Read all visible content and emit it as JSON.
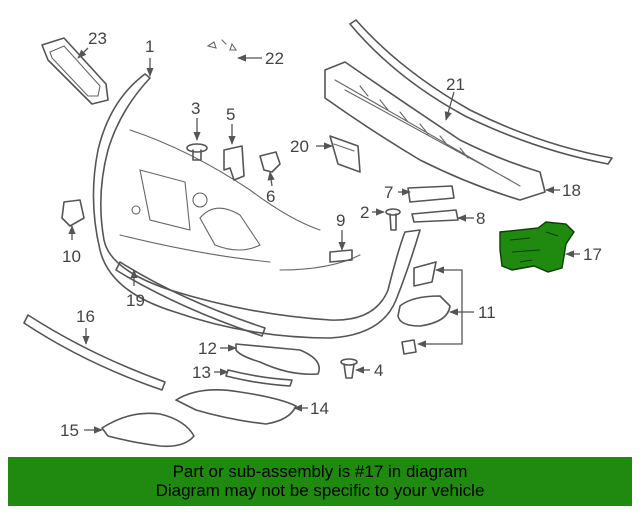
{
  "callouts": {
    "c1": "1",
    "c2": "2",
    "c3": "3",
    "c4": "4",
    "c5": "5",
    "c6": "6",
    "c7": "7",
    "c8": "8",
    "c9": "9",
    "c10": "10",
    "c11": "11",
    "c12": "12",
    "c13": "13",
    "c14": "14",
    "c15": "15",
    "c16": "16",
    "c17": "17",
    "c18": "18",
    "c19": "19",
    "c20": "20",
    "c21": "21",
    "c22": "22",
    "c23": "23"
  },
  "highlighted_part": "17",
  "colors": {
    "highlight": "#1f8a0f",
    "banner": "#1f8a0f",
    "line": "#555555"
  },
  "banner": {
    "line1": "Part or sub-assembly is #17 in diagram",
    "line2": "Diagram may not be specific to your vehicle"
  }
}
